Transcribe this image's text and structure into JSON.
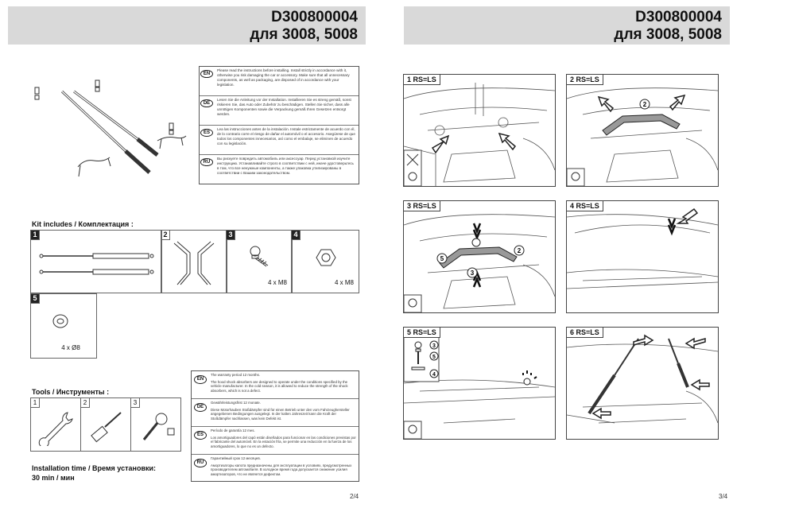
{
  "header": {
    "code": "D300800004",
    "models": "для 3008, 5008"
  },
  "lang_notes": [
    {
      "code": "EN",
      "text": "Please read the instructions before installing. Install strictly in accordance with it, otherwise you risk damaging the car or accessory. Make sure that all unnecessary components, as well as packaging, are disposed of in accordance with your legislation."
    },
    {
      "code": "DE",
      "text": "Lesen Sie die Anleitung vor der Installation. Installieren Sie es streng gemäß, sonst riskieren Sie, das Auto oder Zubehör zu beschädigen. Stellen Sie sicher, dass alle unnötigen Komponenten sowie die Verpackung gemäß Ihren Gesetzen entsorgt werden."
    },
    {
      "code": "ES",
      "text": "Lea las instrucciones antes de la instalación. Instale estrictamente de acuerdo con él, de lo contrario corre el riesgo de dañar el automóvil o el accesorio. Asegúrese de que todos los componentes innecesarios, así como el embalaje, se eliminen de acuerdo con su legislación."
    },
    {
      "code": "RU",
      "text": "Вы рискуете повредить автомобиль или аксессуар. Перед установкой изучите инструкцию. Устанавливайте строго в соответствии с ней, иначе удостоверьтесь в том, что все ненужные компоненты, а также упаковка утилизированы в соответствии с Вашим законодательством."
    }
  ],
  "kit": {
    "title": "Kit includes / Комплектация :",
    "items": [
      {
        "num": "1",
        "qty": ""
      },
      {
        "num": "2",
        "qty": ""
      },
      {
        "num": "3",
        "qty": "4 x M8"
      },
      {
        "num": "4",
        "qty": "4 x M8"
      },
      {
        "num": "5",
        "qty": "4 x Ø8"
      }
    ]
  },
  "tools": {
    "title": "Tools / Инструменты :",
    "items": [
      "1",
      "2",
      "3"
    ]
  },
  "warranty": [
    {
      "code": "EN",
      "line1": "The warranty period 12 months.",
      "line2": "The hood shock absorbers are designed to operate under the conditions specified by the vehicle manufacturer. In the cold season, it is allowed to reduce the strength of the shock absorbers, which is not a defect."
    },
    {
      "code": "DE",
      "line1": "Gewährleistungsfrist 12 monate.",
      "line2": "Diese Motorhauben Stoßdämpfer sind für einen Betrieb unter den vom Fahrzeughersteller angegebenen Bedingungen ausgelegt. In der kalten Jahreszeit kann die Kraft der Stoßdämpfer nachlassen, was kein Defekt ist."
    },
    {
      "code": "ES",
      "line1": "Período de garantía 12 mes.",
      "line2": "Los amortiguadores del capó están diseñados para funcionar en las condiciones previstas por el fabricante del automóvil. En la estación fría, se permite una reducción en la fuerza de los amortiguadores, lo que no es un defecto."
    },
    {
      "code": "RU",
      "line1": "Гарантийный срок 12 месяцев.",
      "line2": "Амортизаторы капота предназначены для эксплуатации в условиях, предусмотренных производителем автомобиля. В холодное время года допускается снижение усилия амортизаторов, что не является дефектом."
    }
  ],
  "install": {
    "line1": "Installation time / Время установки:",
    "line2": "30 min / мин"
  },
  "pages": {
    "left": "2/4",
    "right": "3/4"
  },
  "steps": [
    {
      "num": "1",
      "label": "RS=LS"
    },
    {
      "num": "2",
      "label": "RS=LS"
    },
    {
      "num": "3",
      "label": "RS=LS"
    },
    {
      "num": "4",
      "label": "RS=LS"
    },
    {
      "num": "5",
      "label": "RS=LS"
    },
    {
      "num": "6",
      "label": "RS=LS"
    }
  ],
  "callouts": {
    "two": "2",
    "three": "3",
    "four": "4",
    "five": "5"
  }
}
